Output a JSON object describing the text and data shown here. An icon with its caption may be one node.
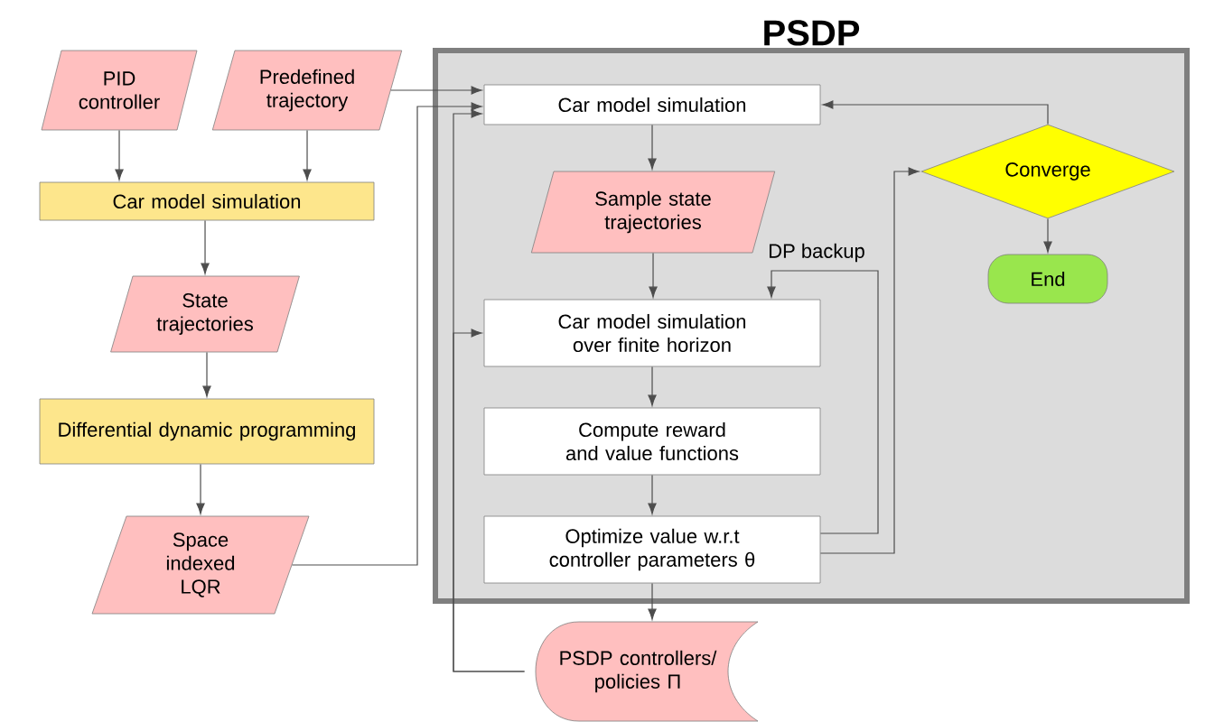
{
  "diagram": {
    "nodes": [
      {
        "text": [
          "PSDP"
        ]
      },
      {
        "text": [
          "PID controller"
        ]
      },
      {
        "text": [
          "Predefined trajectory"
        ]
      },
      {
        "text": [
          "Car model simulation"
        ]
      },
      {
        "text": [
          "State trajectories"
        ]
      },
      {
        "text": [
          "Differential dynamic programming"
        ]
      },
      {
        "text": [
          "Space indexed LQR"
        ]
      },
      {
        "text": [
          "Car model simulation"
        ],
        "in": 0
      },
      {
        "text": [
          "Sample state trajectories"
        ],
        "in": 0
      },
      {
        "text": [
          "Car model simulation over finite horizon"
        ],
        "in": 0
      },
      {
        "text": [
          "Compute reward and value functions"
        ],
        "in": 0
      },
      {
        "text": [
          "Optimize value w.r.t controller parameters θ"
        ],
        "in": 0
      },
      {
        "text": [
          "Converge"
        ],
        "in": 0
      },
      {
        "text": [
          "End"
        ],
        "in": 0
      },
      {
        "text": [
          "PSDP controllers/ policies Π"
        ]
      }
    ],
    "edges": [
      {
        "from": 1,
        "to": 3,
        "arrow": "to"
      },
      {
        "from": 2,
        "to": 3,
        "arrow": "to"
      },
      {
        "from": 3,
        "to": 4,
        "arrow": "to"
      },
      {
        "from": 4,
        "to": 5,
        "arrow": "to"
      },
      {
        "from": 5,
        "to": 6,
        "arrow": "to"
      },
      {
        "from": 2,
        "to": 7,
        "arrow": "to"
      },
      {
        "from": 6,
        "to": 7,
        "arrow": "to"
      },
      {
        "from": 14,
        "to": 7,
        "arrow": "to"
      },
      {
        "from": 14,
        "to": 9,
        "arrow": "to"
      },
      {
        "from": 7,
        "to": 8,
        "arrow": "to"
      },
      {
        "from": 8,
        "to": 9,
        "arrow": "to"
      },
      {
        "from": 9,
        "to": 10,
        "arrow": "to"
      },
      {
        "from": 10,
        "to": 11,
        "arrow": "to"
      },
      {
        "from": 11,
        "to": 9,
        "arrow": "to",
        "label": "DP backup"
      },
      {
        "from": 11,
        "to": 12,
        "arrow": "to"
      },
      {
        "from": 12,
        "to": 7,
        "arrow": "to"
      },
      {
        "from": 12,
        "to": 13,
        "arrow": "to"
      },
      {
        "from": 11,
        "to": 14,
        "arrow": "to"
      }
    ]
  }
}
